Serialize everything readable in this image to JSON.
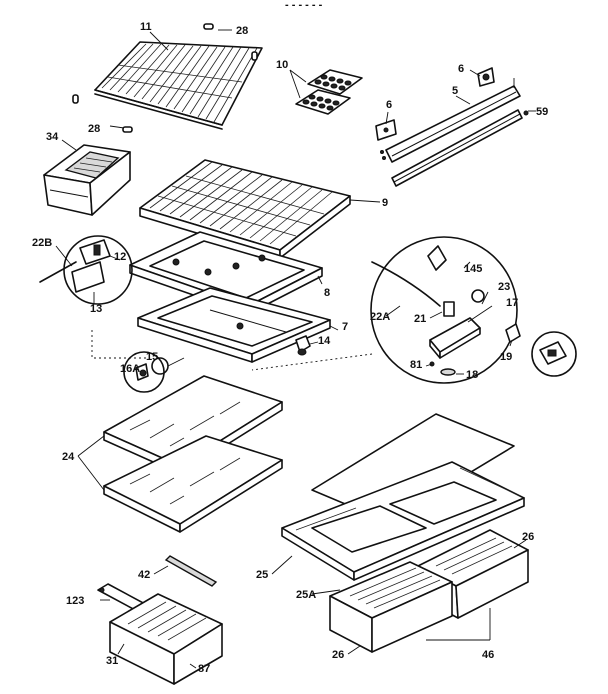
{
  "diagram": {
    "header_fragment": "- - - - - -",
    "callouts": [
      {
        "id": "c11",
        "text": "11"
      },
      {
        "id": "c28a",
        "text": "28"
      },
      {
        "id": "c28b",
        "text": "28"
      },
      {
        "id": "c10",
        "text": "10"
      },
      {
        "id": "c6a",
        "text": "6"
      },
      {
        "id": "c6b",
        "text": "6"
      },
      {
        "id": "c5",
        "text": "5"
      },
      {
        "id": "c59",
        "text": "59"
      },
      {
        "id": "c34",
        "text": "34"
      },
      {
        "id": "c9",
        "text": "9"
      },
      {
        "id": "c22b",
        "text": "22B"
      },
      {
        "id": "c12",
        "text": "12"
      },
      {
        "id": "c13",
        "text": "13"
      },
      {
        "id": "c8",
        "text": "8"
      },
      {
        "id": "c7",
        "text": "7"
      },
      {
        "id": "c14",
        "text": "14"
      },
      {
        "id": "c15",
        "text": "15"
      },
      {
        "id": "c16a",
        "text": "16A"
      },
      {
        "id": "c145",
        "text": "145"
      },
      {
        "id": "c23",
        "text": "23"
      },
      {
        "id": "c17",
        "text": "17"
      },
      {
        "id": "c22a",
        "text": "22A"
      },
      {
        "id": "c21",
        "text": "21"
      },
      {
        "id": "c19",
        "text": "19"
      },
      {
        "id": "c81",
        "text": "81"
      },
      {
        "id": "c18",
        "text": "18"
      },
      {
        "id": "c24",
        "text": "24"
      },
      {
        "id": "c26a",
        "text": "26"
      },
      {
        "id": "c25",
        "text": "25"
      },
      {
        "id": "c25a",
        "text": "25A"
      },
      {
        "id": "c26b",
        "text": "26"
      },
      {
        "id": "c46",
        "text": "46"
      },
      {
        "id": "c42",
        "text": "42"
      },
      {
        "id": "c123",
        "text": "123"
      },
      {
        "id": "c31",
        "text": "31"
      },
      {
        "id": "c87",
        "text": "87"
      }
    ]
  }
}
